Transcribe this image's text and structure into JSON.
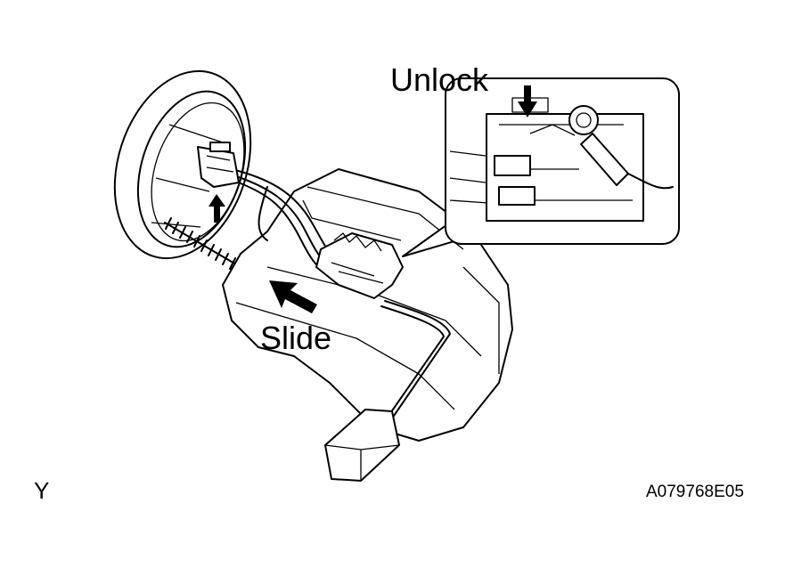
{
  "labels": {
    "unlock": "Unlock",
    "slide": "Slide",
    "corner": "Y",
    "figure_code": "A079768E05"
  },
  "colors": {
    "ink": "#000000",
    "paper": "#ffffff"
  }
}
